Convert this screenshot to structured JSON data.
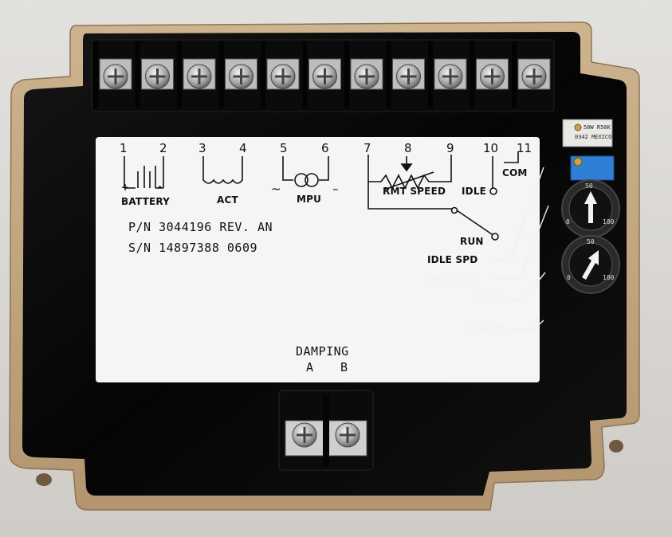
{
  "label": {
    "terminals": [
      "1",
      "2",
      "3",
      "4",
      "5",
      "6",
      "7",
      "8",
      "9",
      "10",
      "11"
    ],
    "battery": "BATTERY",
    "act": "ACT",
    "mpu": "MPU",
    "rmt_speed": "RMT SPEED",
    "idle": "IDLE",
    "com": "COM",
    "plus": "+",
    "minus": "-",
    "tilde": "~",
    "dash": "–",
    "part_number": "P/N  3044196   REV. AN",
    "serial_number": "S/N  14897388   0609",
    "damping": "DAMPING",
    "damping_a": "A",
    "damping_b": "B"
  },
  "side_labels": {
    "run": "RUN",
    "idle_spd": "IDLE SPD",
    "run_spd": "RUN SPD",
    "gain": "GAIN",
    "droop": "DROOP"
  },
  "trimpot": {
    "line1": "50W R50K",
    "line2": "0342 MEXICO"
  },
  "dials": {
    "upper": {
      "top": "50",
      "left": "0",
      "right": "100"
    },
    "lower": {
      "top": "50",
      "left": "0",
      "right": "100"
    }
  },
  "colors": {
    "housing": "#c2a67f",
    "body": "#070707",
    "label_bg": "#f5f5f3",
    "trimpot": "#2f7fd6"
  }
}
